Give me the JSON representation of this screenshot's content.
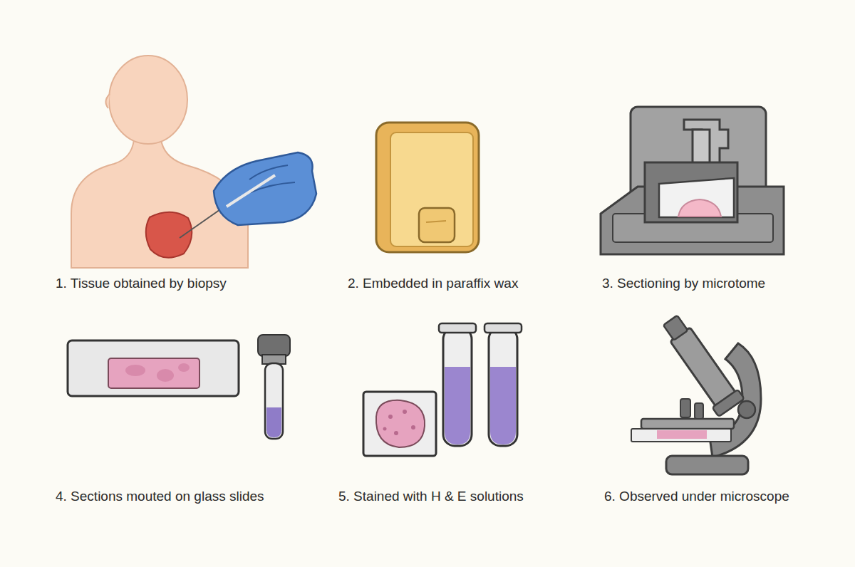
{
  "diagram": {
    "labels": [
      "1. Tissue obtained by biopsy",
      "2. Embedded in paraffix wax",
      "3. Sectioning by microtome",
      "4. Sections mouted on glass slides",
      "5. Stained with H & E solutions",
      "6. Observed under microscope"
    ]
  }
}
